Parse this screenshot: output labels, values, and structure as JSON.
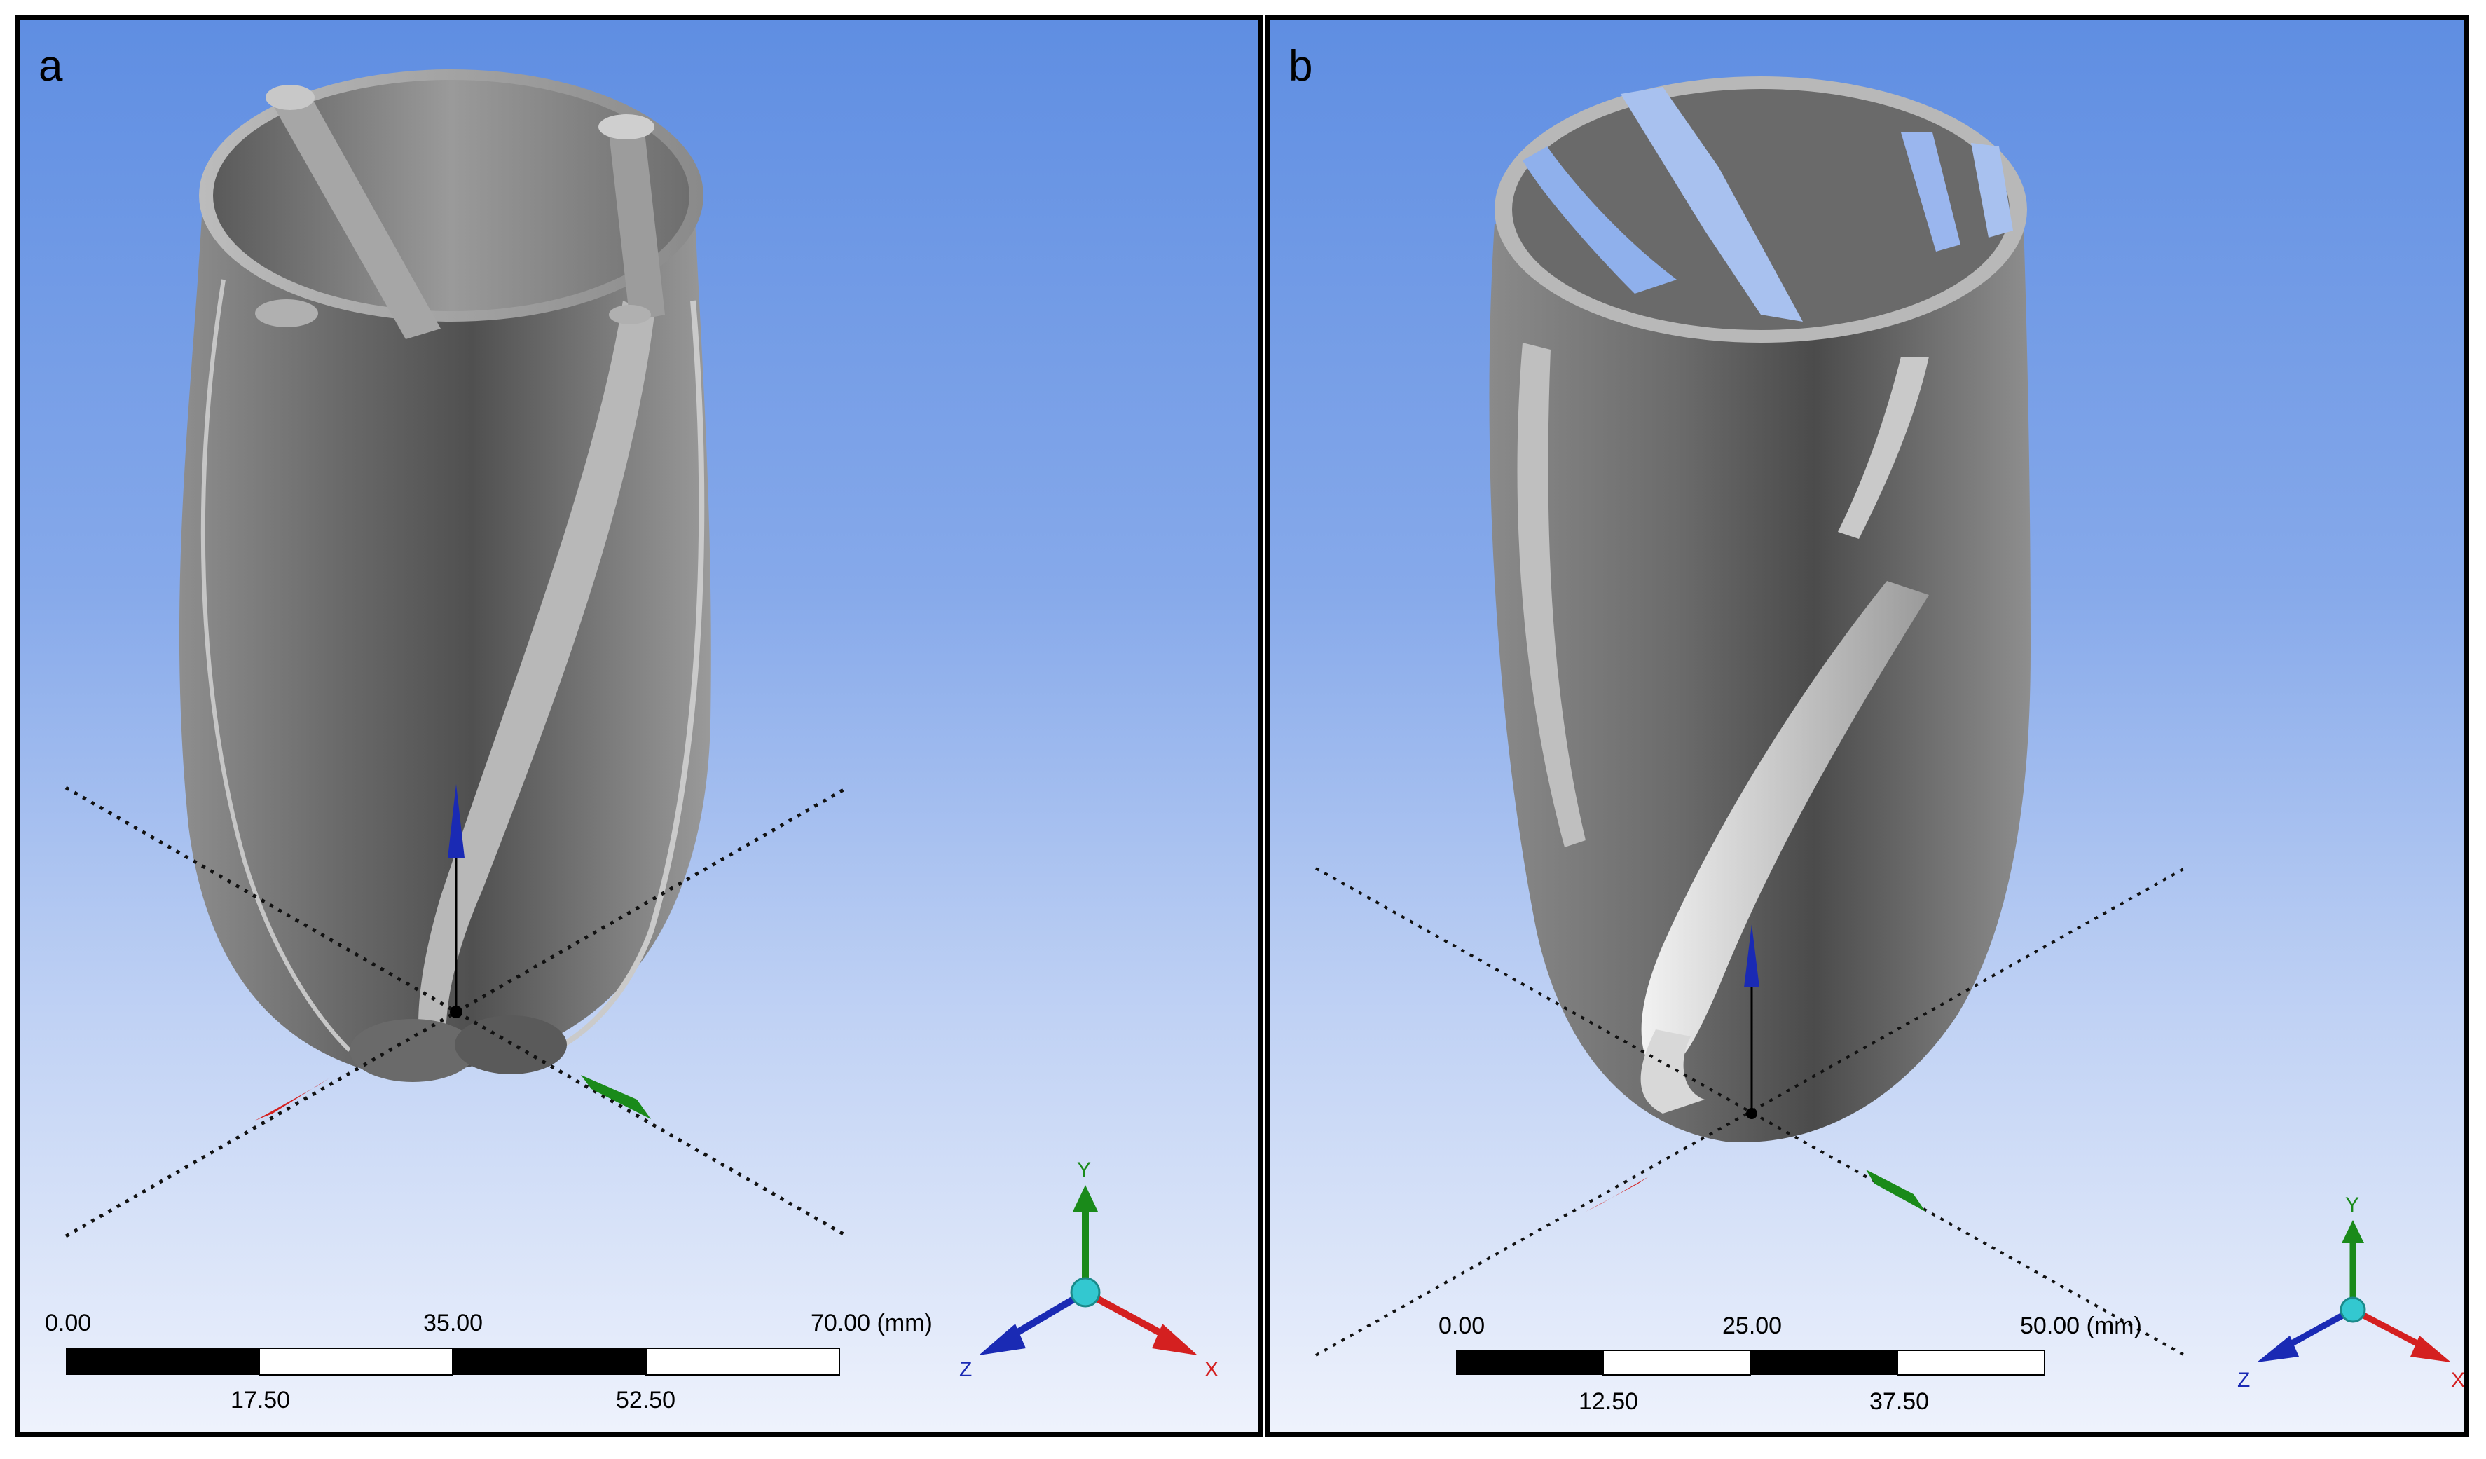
{
  "panels": [
    {
      "label": "a",
      "scale": {
        "ticks_top": [
          "0.00",
          "35.00",
          "70.00 (mm)"
        ],
        "ticks_bottom": [
          "17.50",
          "52.50"
        ]
      },
      "triad": {
        "x": "X",
        "y": "Y",
        "z": "Z"
      }
    },
    {
      "label": "b",
      "scale": {
        "ticks_top": [
          "0.00",
          "25.00",
          "50.00 (mm)"
        ],
        "ticks_bottom": [
          "12.50",
          "37.50"
        ]
      },
      "triad": {
        "x": "X",
        "y": "Y",
        "z": "Z"
      }
    }
  ],
  "colors": {
    "background_top": "#5f8ee2",
    "background_bottom": "#eef2fc",
    "model_dark": "#4a4a4a",
    "model_light": "#a8a8a8",
    "axis_x": "#d42020",
    "axis_y": "#1a8a1a",
    "axis_z": "#1a2ab4",
    "triad_center": "#33c8d0"
  }
}
